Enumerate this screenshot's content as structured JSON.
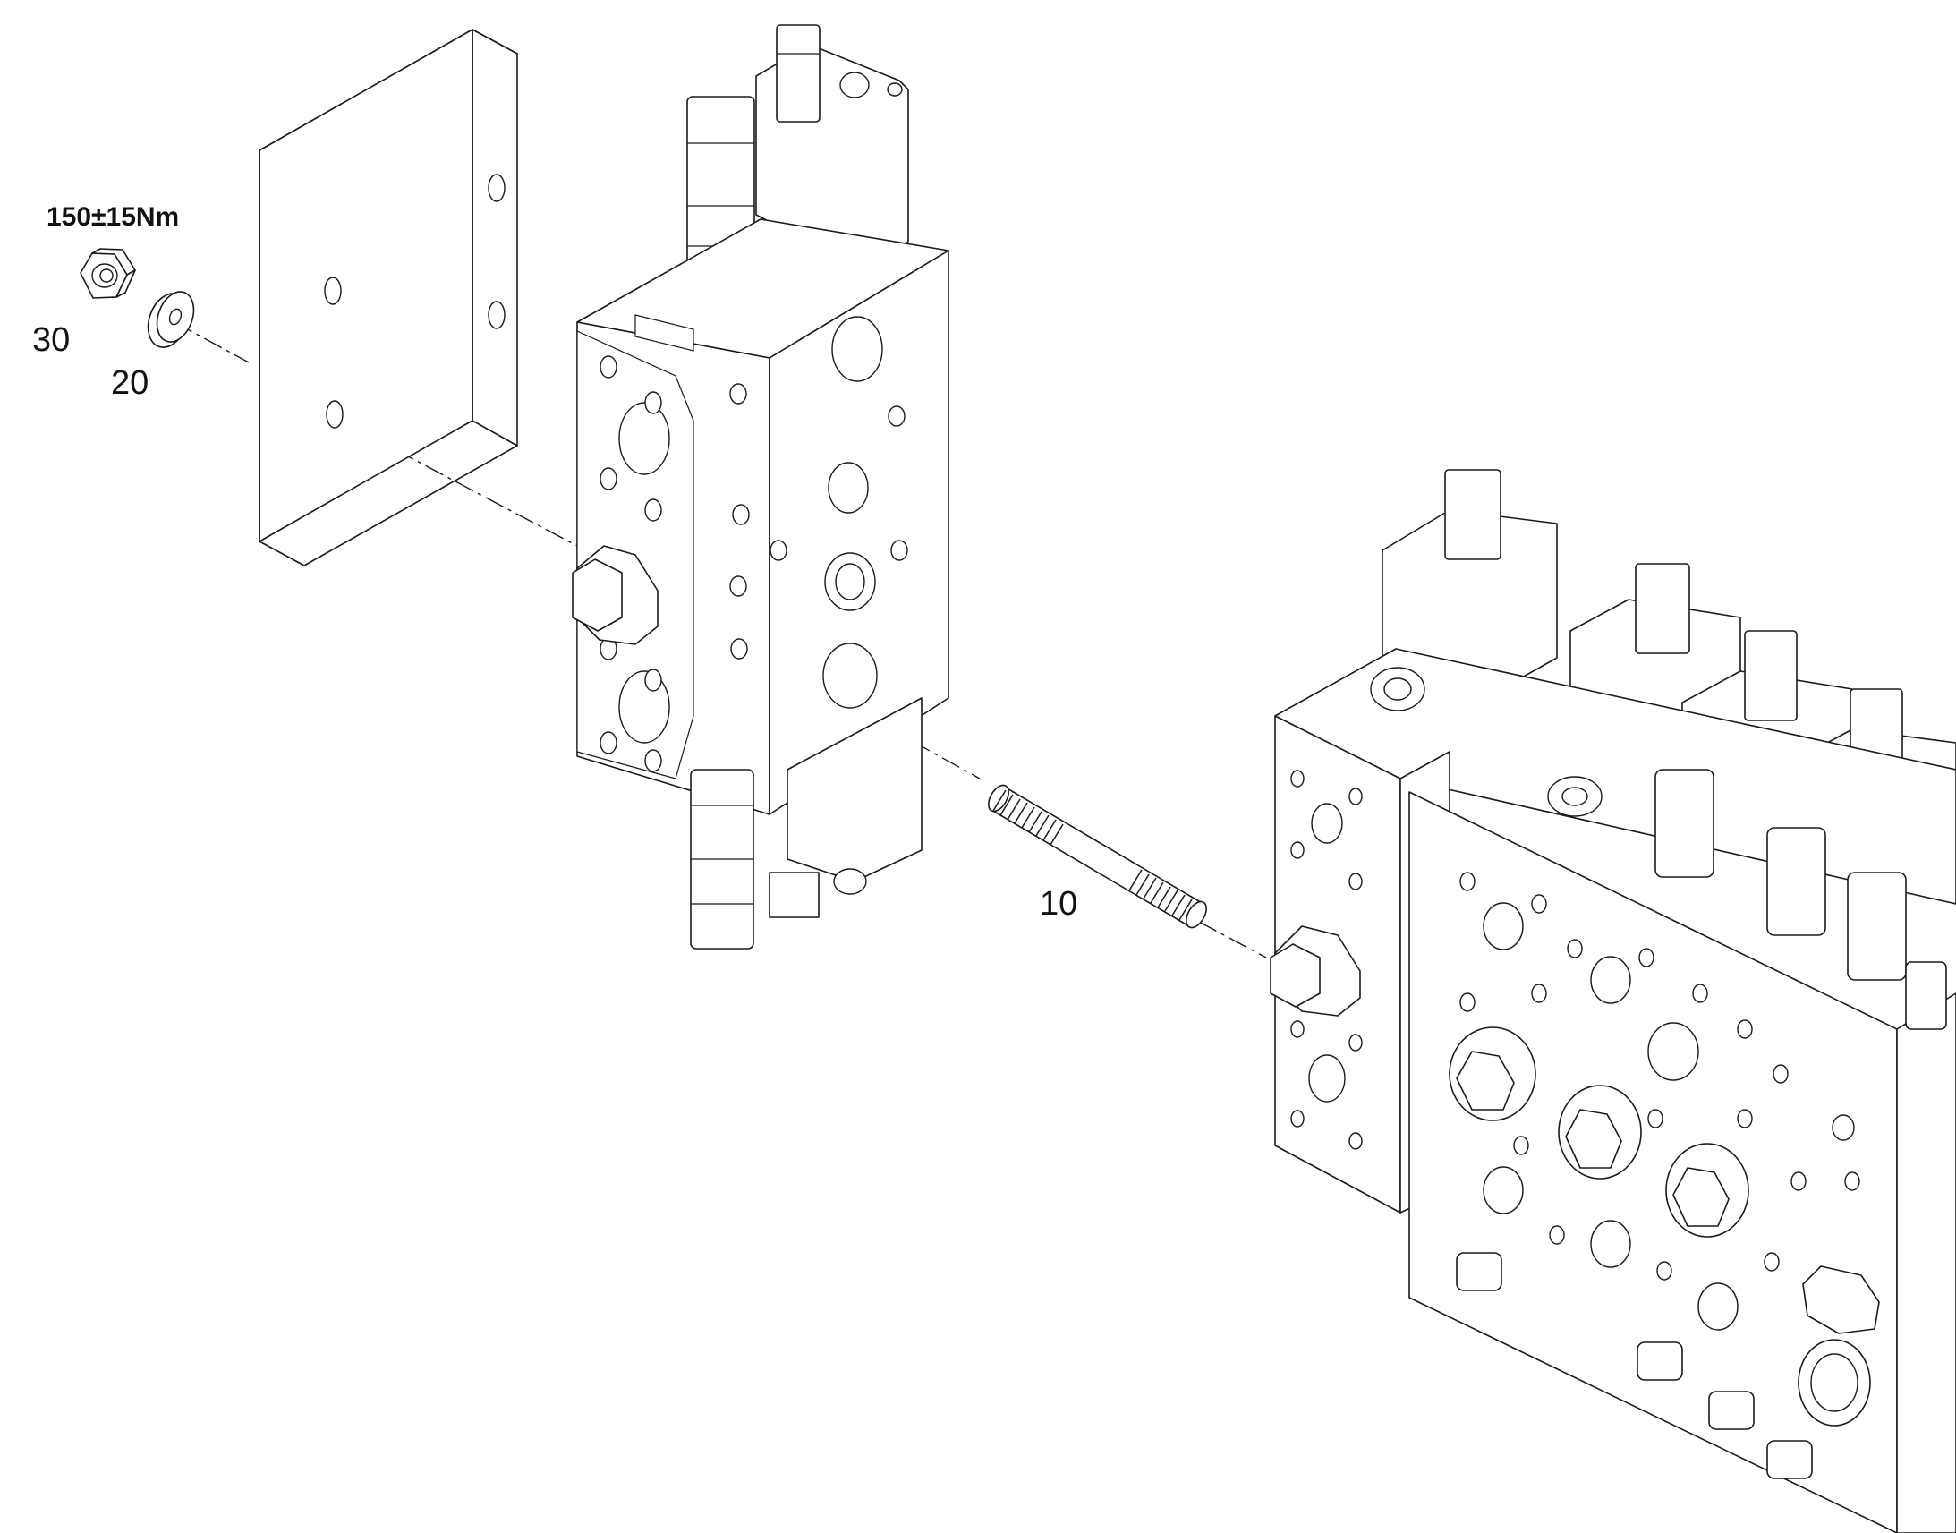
{
  "torque_spec": "150±15Nm",
  "callouts": {
    "nut": "30",
    "washer": "20",
    "stud": "10"
  },
  "colors": {
    "line": "#1a1a1a",
    "background": "#ffffff"
  }
}
